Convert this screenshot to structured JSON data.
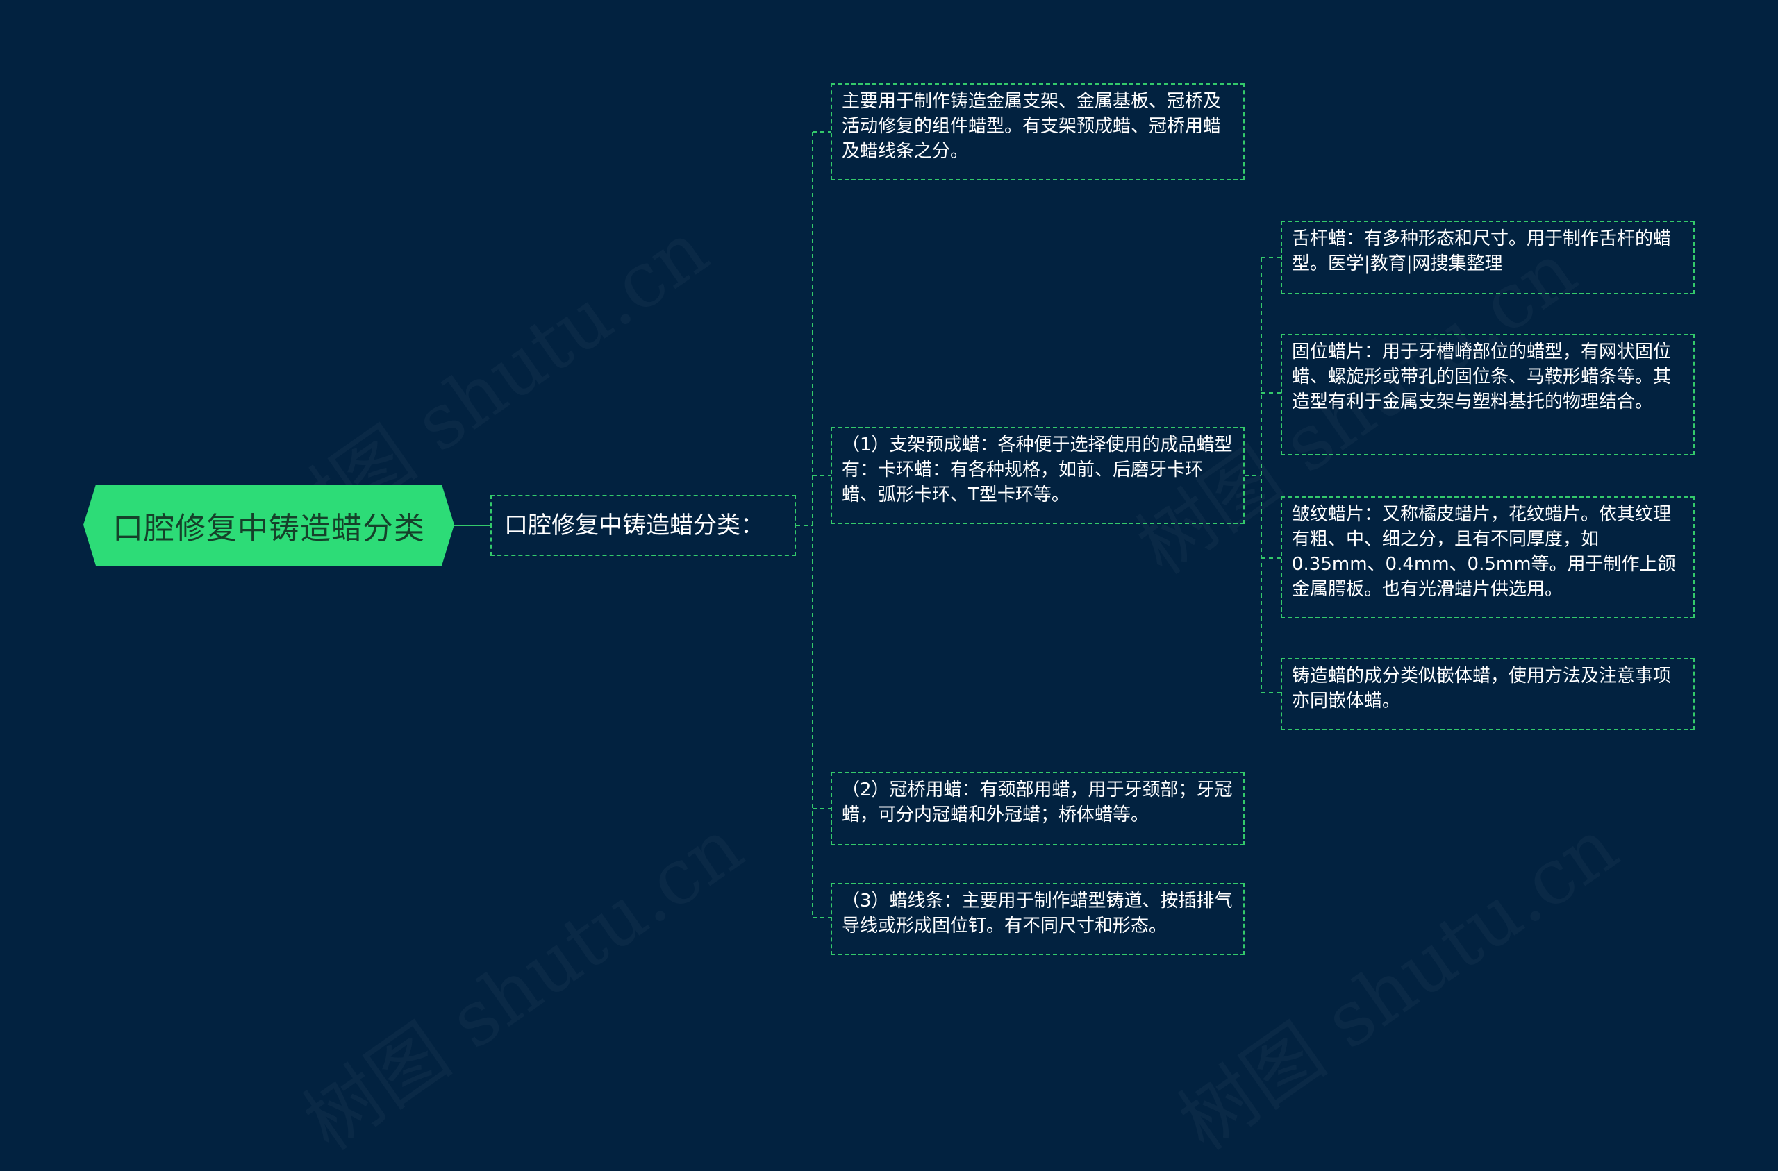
{
  "root": {
    "label": "口腔修复中铸造蜡分类"
  },
  "level1": {
    "label": "口腔修复中铸造蜡分类："
  },
  "level2": [
    "主要用于制作铸造金属支架、金属基板、冠桥及活动修复的组件蜡型。有支架预成蜡、冠桥用蜡及蜡线条之分。",
    "（1）支架预成蜡：各种便于选择使用的成品蜡型有：卡环蜡：有各种规格，如前、后磨牙卡环蜡、弧形卡环、T型卡环等。",
    "（2）冠桥用蜡：有颈部用蜡，用于牙颈部；牙冠蜡，可分内冠蜡和外冠蜡；桥体蜡等。",
    "（3）蜡线条：主要用于制作蜡型铸道、按插排气导线或形成固位钉。有不同尺寸和形态。"
  ],
  "level3": [
    "舌杆蜡：有多种形态和尺寸。用于制作舌杆的蜡型。医学|教育|网搜集整理",
    "固位蜡片：用于牙槽嵴部位的蜡型，有网状固位蜡、螺旋形或带孔的固位条、马鞍形蜡条等。其造型有利于金属支架与塑料基托的物理结合。",
    "皱纹蜡片：又称橘皮蜡片，花纹蜡片。依其纹理有粗、中、细之分，且有不同厚度，如0.35mm、0.4mm、0.5mm等。用于制作上颌金属腭板。也有光滑蜡片供选用。",
    "铸造蜡的成分类似嵌体蜡，使用方法及注意事项亦同嵌体蜡。"
  ],
  "colors": {
    "background": "#022240",
    "root_fill": "#2ddc77",
    "connector": "#34c96b"
  }
}
